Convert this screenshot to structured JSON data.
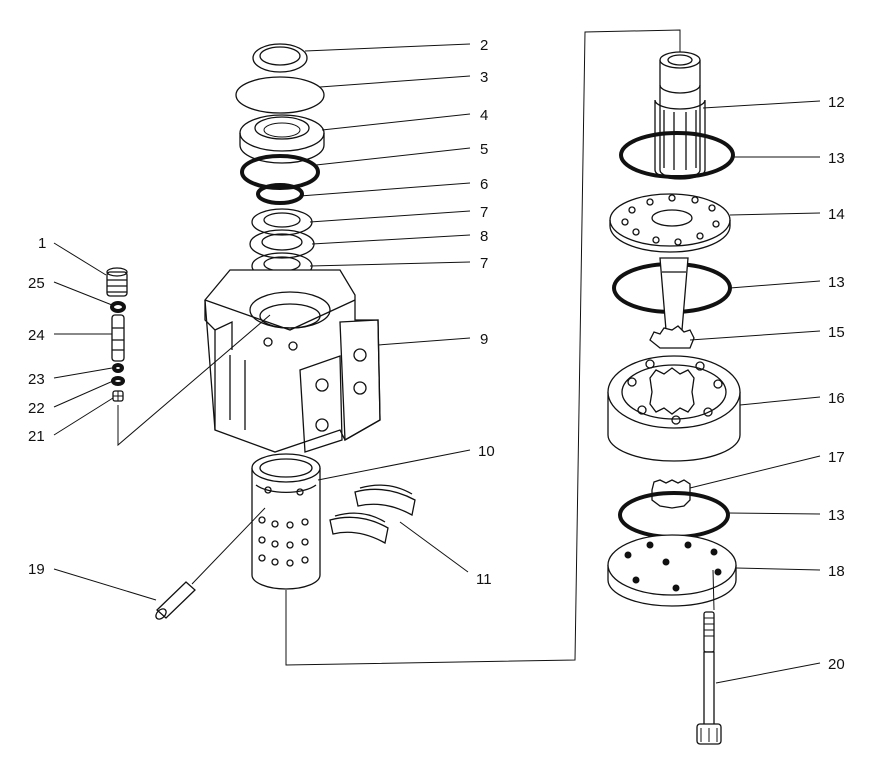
{
  "diagram": {
    "style": "exploded-parts-view",
    "ink_color": "#111111",
    "background_color": "#ffffff",
    "callouts": [
      {
        "id": "c1",
        "label": "1"
      },
      {
        "id": "c2",
        "label": "2"
      },
      {
        "id": "c3",
        "label": "3"
      },
      {
        "id": "c4",
        "label": "4"
      },
      {
        "id": "c5",
        "label": "5"
      },
      {
        "id": "c6",
        "label": "6"
      },
      {
        "id": "c7a",
        "label": "7"
      },
      {
        "id": "c7b",
        "label": "7"
      },
      {
        "id": "c8",
        "label": "8"
      },
      {
        "id": "c9",
        "label": "9"
      },
      {
        "id": "c10",
        "label": "10"
      },
      {
        "id": "c11",
        "label": "11"
      },
      {
        "id": "c12",
        "label": "12"
      },
      {
        "id": "c13a",
        "label": "13"
      },
      {
        "id": "c13b",
        "label": "13"
      },
      {
        "id": "c13c",
        "label": "13"
      },
      {
        "id": "c14",
        "label": "14"
      },
      {
        "id": "c15",
        "label": "15"
      },
      {
        "id": "c16",
        "label": "16"
      },
      {
        "id": "c17",
        "label": "17"
      },
      {
        "id": "c18",
        "label": "18"
      },
      {
        "id": "c19",
        "label": "19"
      },
      {
        "id": "c20",
        "label": "20"
      },
      {
        "id": "c21",
        "label": "21"
      },
      {
        "id": "c22",
        "label": "22"
      },
      {
        "id": "c23",
        "label": "23"
      },
      {
        "id": "c24",
        "label": "24"
      },
      {
        "id": "c25",
        "label": "25"
      }
    ]
  }
}
